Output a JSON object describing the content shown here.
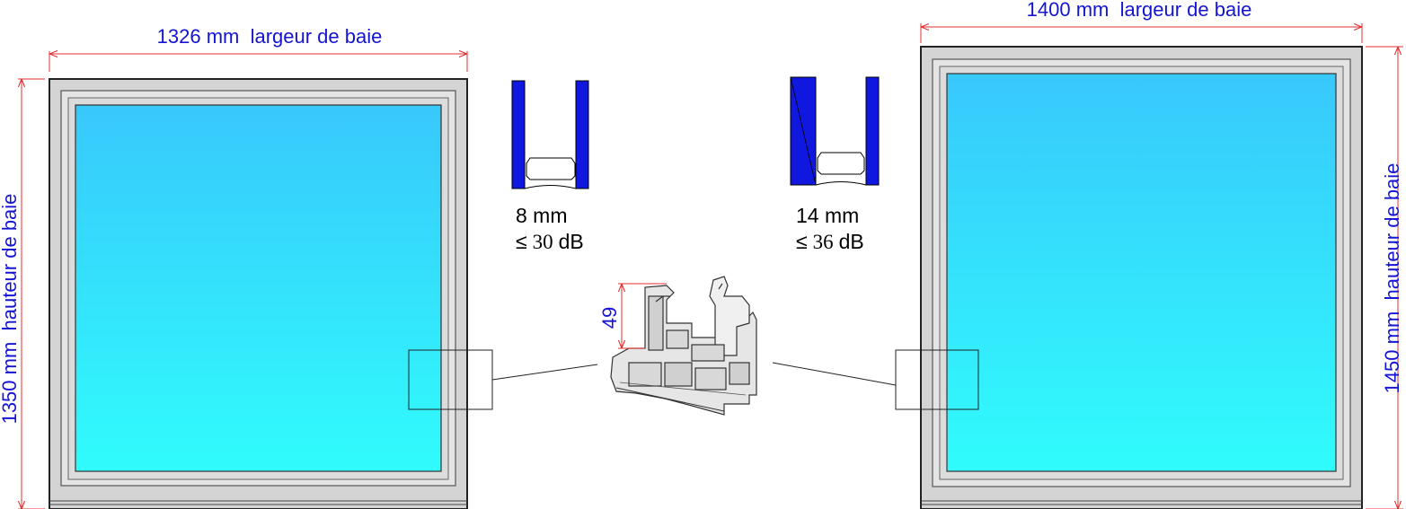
{
  "left_window": {
    "width_label": "1326 mm  largeur de baie",
    "height_label": "1350 mm  hauteur de baie"
  },
  "right_window": {
    "width_label": "1400 mm  largeur de baie",
    "height_label": "1450 mm  hauteur de baie"
  },
  "glazing_left": {
    "thickness": "8 mm",
    "rating_symbol": "≤",
    "rating_value": "30",
    "rating_unit": "dB"
  },
  "glazing_right": {
    "thickness": "14 mm",
    "rating_symbol": "≤",
    "rating_value": "36",
    "rating_unit": "dB"
  },
  "profile": {
    "depth_label": "49"
  },
  "colors": {
    "dimension_text": "#1414d2",
    "dimension_line": "#e03030",
    "glass_top": "#38c8fc",
    "glass_bottom": "#30fcfc",
    "frame": "#d4d4d4",
    "glazing_pane": "#1018e0"
  }
}
